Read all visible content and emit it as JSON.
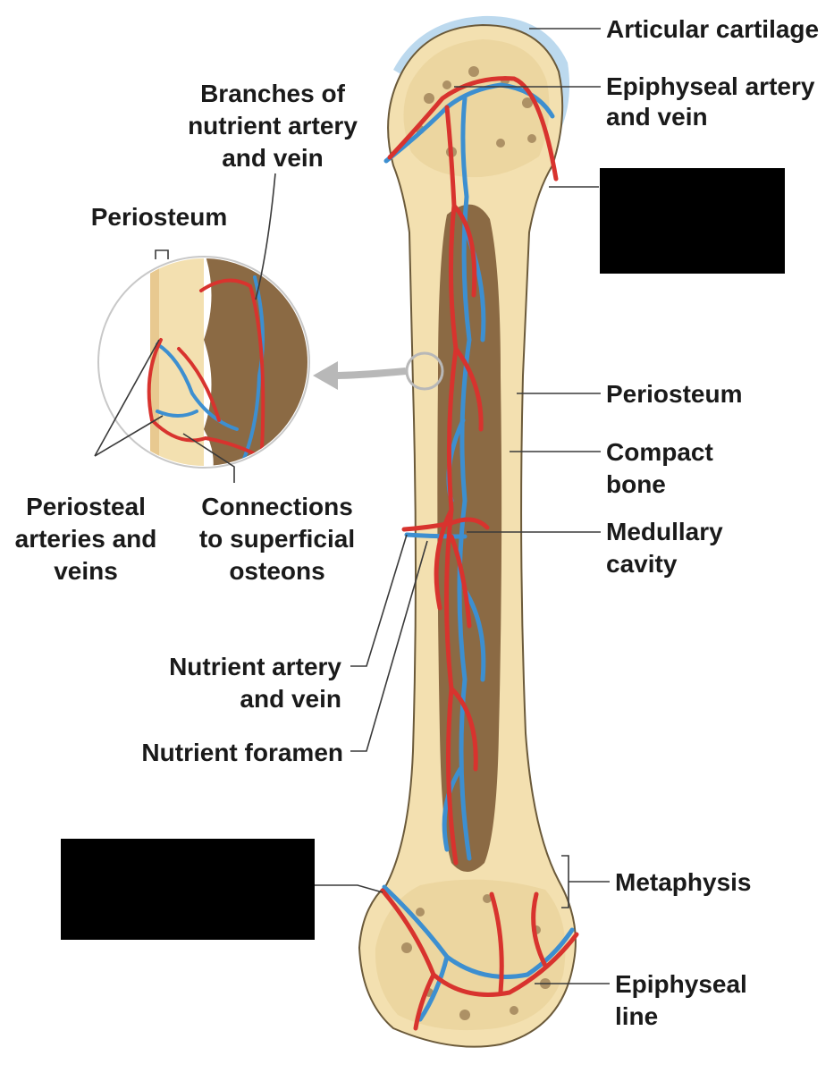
{
  "labels": {
    "articular_cartilage": "Articular cartilage",
    "epiphyseal_artery_line1": "Epiphyseal artery",
    "epiphyseal_artery_line2": "and vein",
    "branches_line1": "Branches of",
    "branches_line2": "nutrient artery",
    "branches_line3": "and vein",
    "periosteum_inset": "Periosteum",
    "periosteum": "Periosteum",
    "compact_line1": "Compact",
    "compact_line2": "bone",
    "medullary_line1": "Medullary",
    "medullary_line2": "cavity",
    "periosteal_line1": "Periosteal",
    "periosteal_line2": "arteries and",
    "periosteal_line3": "veins",
    "connections_line1": "Connections",
    "connections_line2": "to superficial",
    "connections_line3": "osteons",
    "nutrient_av_line1": "Nutrient artery",
    "nutrient_av_line2": "and vein",
    "nutrient_foramen": "Nutrient foramen",
    "metaphysis": "Metaphysis",
    "epiphyseal_line_line1": "Epiphyseal",
    "epiphyseal_line_line2": "line"
  },
  "colors": {
    "artery": "#d8332e",
    "vein": "#3d8fd0",
    "compact_bone": "#f3e0b0",
    "spongy_bone": "#ecd6a0",
    "marrow": "#8b6a44",
    "cartilage": "#bcd9ee",
    "redaction": "#000000"
  }
}
